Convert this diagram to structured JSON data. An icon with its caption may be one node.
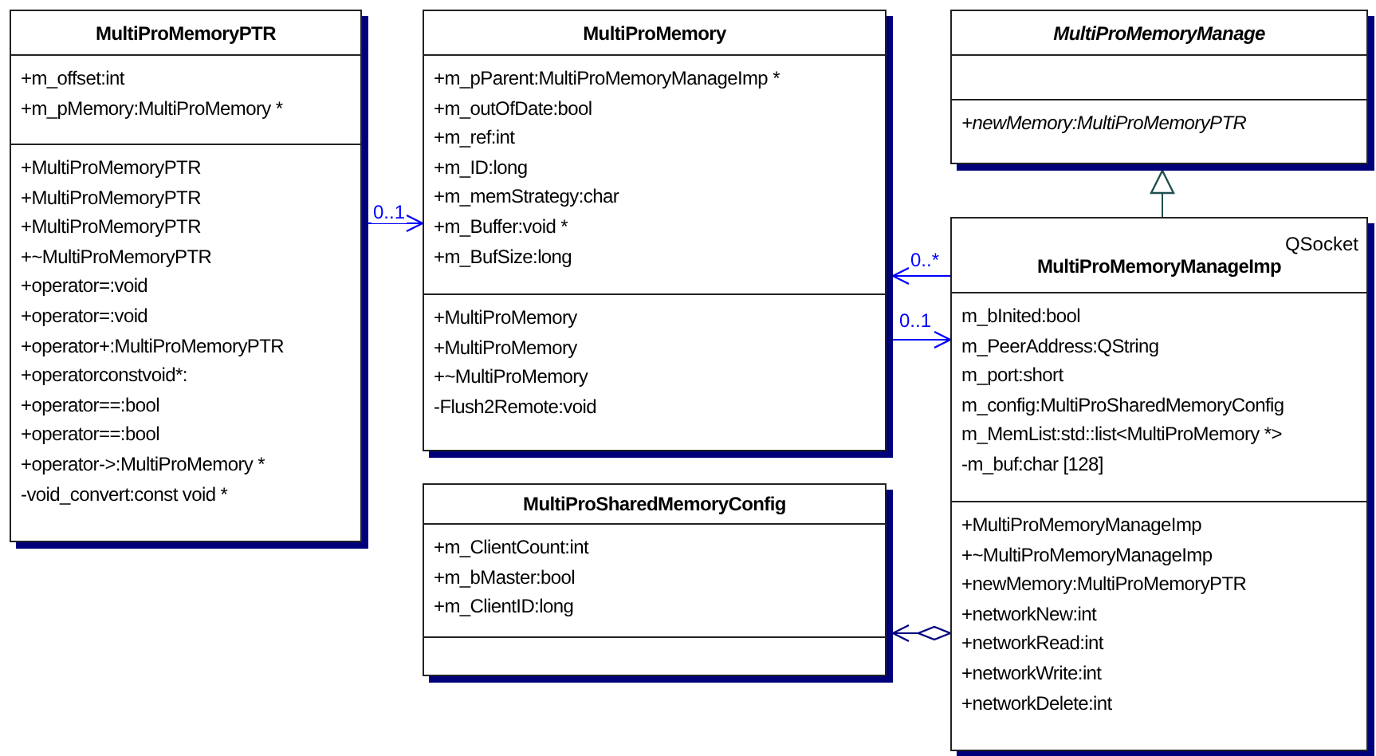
{
  "diagram": {
    "nodes": [
      {
        "text": [
          "MultiProMemoryPTR"
        ]
      },
      {
        "text": [
          "+m_offset:int",
          "+m_pMemory:MultiProMemory *"
        ],
        "in": 0
      },
      {
        "text": [
          "+MultiProMemoryPTR",
          "+MultiProMemoryPTR",
          "+MultiProMemoryPTR",
          "+~MultiProMemoryPTR",
          "+operator=:void",
          "+operator=:void",
          "+operator+:MultiProMemoryPTR",
          "+operatorconstvoid*:",
          "+operator==:bool",
          "+operator==:bool",
          "+operator->:MultiProMemory *",
          "-void_convert:const void *"
        ],
        "in": 0
      },
      {
        "text": [
          "MultiProMemory"
        ]
      },
      {
        "text": [
          "+m_pParent:MultiProMemoryManageImp *",
          "+m_outOfDate:bool",
          "+m_ref:int",
          "+m_ID:long",
          "+m_memStrategy:char",
          "+m_Buffer:void *",
          "+m_BufSize:long"
        ],
        "in": 3
      },
      {
        "text": [
          "+MultiProMemory",
          "+MultiProMemory",
          "+~MultiProMemory",
          "-Flush2Remote:void"
        ],
        "in": 3
      },
      {
        "text": [
          "MultiProMemoryManage"
        ]
      },
      {
        "text": [],
        "shape": "box",
        "in": 6
      },
      {
        "text": [
          "+newMemory:MultiProMemoryPTR"
        ],
        "in": 6
      },
      {
        "text": [
          "QSocket",
          "MultiProMemoryManageImp"
        ]
      },
      {
        "text": [
          "m_bInited:bool",
          "m_PeerAddress:QString",
          "m_port:short",
          "m_config:MultiProSharedMemoryConfig",
          "m_MemList:std::list<MultiProMemory *>",
          "-m_buf:char [128]"
        ],
        "in": 9
      },
      {
        "text": [
          "+MultiProMemoryManageImp",
          "+~MultiProMemoryManageImp",
          "+newMemory:MultiProMemoryPTR",
          "+networkNew:int",
          "+networkRead:int",
          "+networkWrite:int",
          "+networkDelete:int"
        ],
        "in": 9
      },
      {
        "text": [
          "MultiProSharedMemoryConfig"
        ]
      },
      {
        "text": [
          "+m_ClientCount:int",
          "+m_bMaster:bool",
          "+m_ClientID:long"
        ],
        "in": 12
      },
      {
        "text": [],
        "shape": "box",
        "in": 12
      }
    ],
    "edges": [
      {
        "from": 0,
        "to": 3,
        "arrow": "to",
        "label": "0..1"
      },
      {
        "from": 9,
        "to": 3,
        "arrow": "to",
        "label": "0..*"
      },
      {
        "from": 3,
        "to": 9,
        "arrow": "to",
        "label": "0..1"
      },
      {
        "from": 9,
        "to": 6,
        "arrow": "to",
        "color": "#1f4f4f"
      },
      {
        "from": 9,
        "to": 12,
        "arrow": "to",
        "color": "#000080"
      }
    ]
  }
}
